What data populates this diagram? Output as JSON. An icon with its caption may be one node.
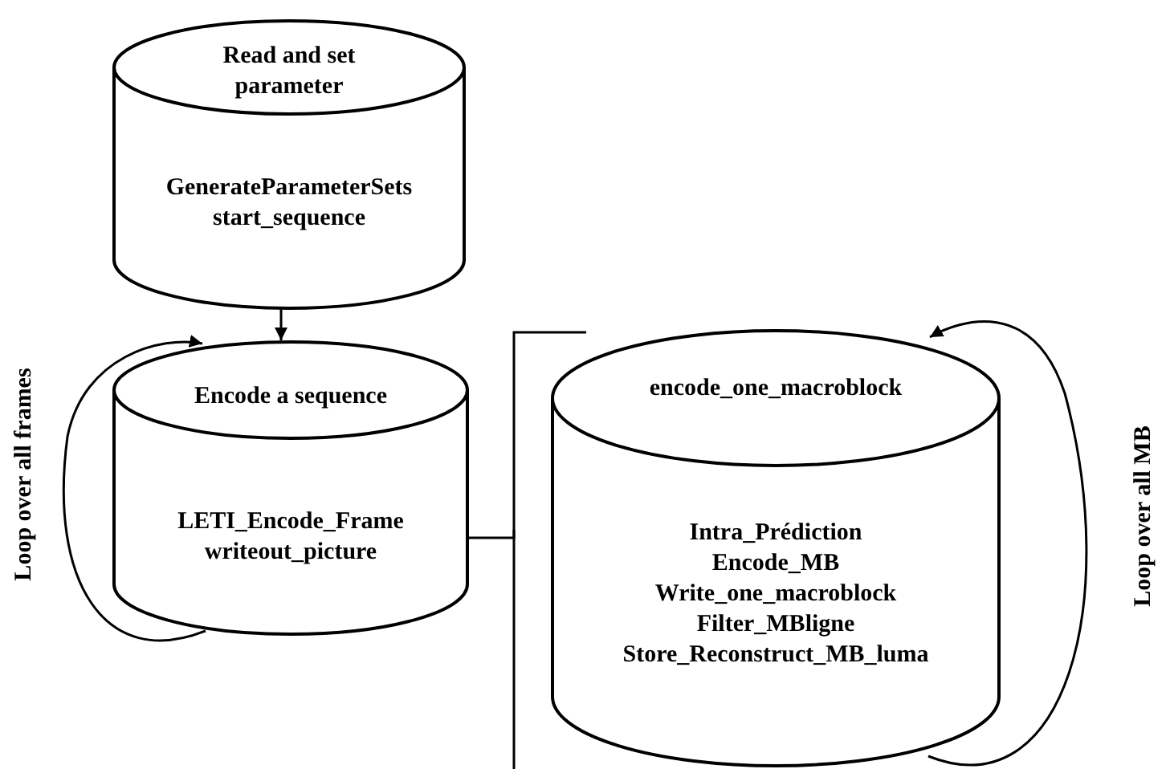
{
  "diagram": {
    "nodes": [
      {
        "text": [
          "Read and set parameter",
          "GenerateParameterSets",
          "start_sequence"
        ]
      },
      {
        "text": [
          "Encode a sequence",
          "LETI_Encode_Frame",
          "writeout_picture"
        ]
      },
      {
        "text": [
          "encode_one_macroblock",
          "Intra_Prédiction",
          "Encode_MB",
          "Write_one_macroblock",
          "Filter_MBligne",
          "Store_Reconstruct_MB_luma"
        ]
      }
    ],
    "edges": [
      {
        "from": 0,
        "to": 1,
        "arrow": "to"
      },
      {
        "from": 1,
        "to": 1,
        "arrow": "to",
        "label": "Loop over all frames"
      },
      {
        "from": 1,
        "to": 2,
        "arrow": "none"
      },
      {
        "from": 2,
        "to": 2,
        "arrow": "to",
        "label": "Loop over all MB"
      }
    ]
  }
}
